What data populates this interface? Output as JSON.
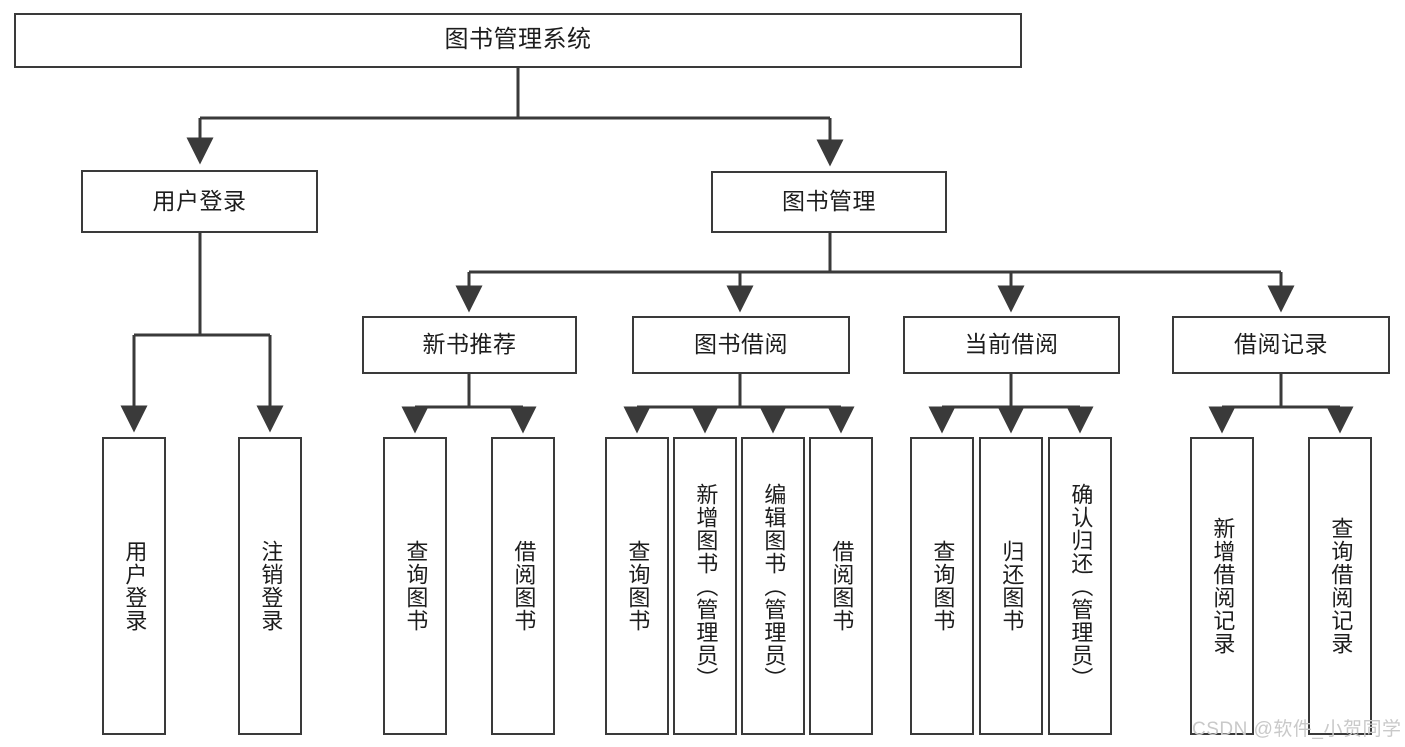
{
  "diagram": {
    "title": "图书管理系统",
    "watermark": "CSDN @软件_小贺同学",
    "colors": {
      "stroke": "#3a3a3a",
      "box_fill": "#ffffff",
      "text": "#1d1d1d",
      "watermark": "#c9c9c9",
      "background": "#ffffff"
    },
    "nodes": {
      "root": {
        "label": "图书管理系统"
      },
      "level2": [
        {
          "id": "user-login",
          "label": "用户登录"
        },
        {
          "id": "book-manage",
          "label": "图书管理"
        }
      ],
      "level3": [
        {
          "id": "new-book-recommend",
          "label": "新书推荐"
        },
        {
          "id": "book-borrow",
          "label": "图书借阅"
        },
        {
          "id": "current-borrow",
          "label": "当前借阅"
        },
        {
          "id": "borrow-record",
          "label": "借阅记录"
        }
      ],
      "leaves": {
        "user_login": [
          {
            "id": "leaf-user-login",
            "label": "用户登录"
          },
          {
            "id": "leaf-user-logout",
            "label": "注销登录"
          }
        ],
        "new_book_recommend": [
          {
            "id": "leaf-query-book-1",
            "label": "查询图书"
          },
          {
            "id": "leaf-borrow-book-1",
            "label": "借阅图书"
          }
        ],
        "book_borrow": [
          {
            "id": "leaf-query-book-2",
            "label": "查询图书"
          },
          {
            "id": "leaf-add-book",
            "label": "新增图书（管理员）"
          },
          {
            "id": "leaf-edit-book",
            "label": "编辑图书（管理员）"
          },
          {
            "id": "leaf-borrow-book-2",
            "label": "借阅图书"
          }
        ],
        "current_borrow": [
          {
            "id": "leaf-query-book-3",
            "label": "查询图书"
          },
          {
            "id": "leaf-return-book",
            "label": "归还图书"
          },
          {
            "id": "leaf-confirm-return",
            "label": "确认归还（管理员）"
          }
        ],
        "borrow_record": [
          {
            "id": "leaf-add-record",
            "label": "新增借阅记录"
          },
          {
            "id": "leaf-query-record",
            "label": "查询借阅记录"
          }
        ]
      }
    }
  }
}
